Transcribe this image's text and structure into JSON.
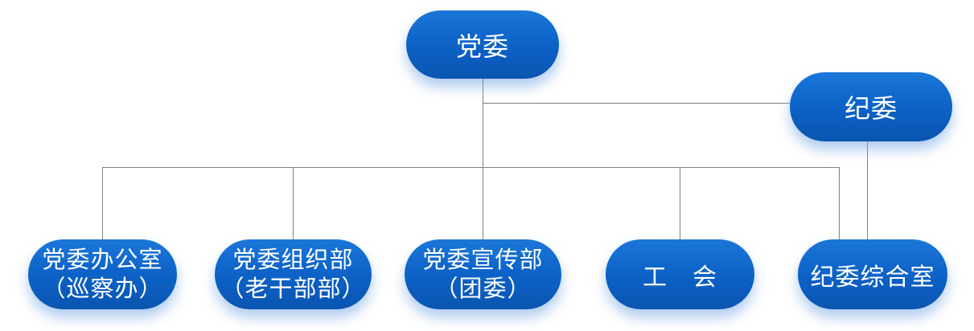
{
  "colors": {
    "node_fill_top": "#1c77d9",
    "node_fill_bottom": "#0a56b0",
    "node_text": "#ffffff",
    "connector_line": "#808080",
    "background": "#ffffff",
    "node_glow_shadow": "rgba(110,160,225,0.55)"
  },
  "org_chart": {
    "nodes": [
      {
        "id": "dangwei",
        "lines": [
          "党委"
        ]
      },
      {
        "id": "jiwei",
        "lines": [
          "纪委"
        ]
      },
      {
        "id": "bangongshi",
        "lines": [
          "党委办公室",
          "（巡察办）"
        ]
      },
      {
        "id": "zuzhibu",
        "lines": [
          "党委组织部",
          "（老干部部）"
        ]
      },
      {
        "id": "xuanchuan",
        "lines": [
          "党委宣传部",
          "（团委）"
        ]
      },
      {
        "id": "gonghui",
        "lines": [
          "工　会"
        ]
      },
      {
        "id": "zongheshi",
        "lines": [
          "纪委综合室"
        ]
      }
    ],
    "edges": [
      {
        "from": "党委",
        "to": "纪委"
      },
      {
        "from": "党委",
        "to": "党委办公室（巡察办）"
      },
      {
        "from": "党委",
        "to": "党委组织部（老干部部）"
      },
      {
        "from": "党委",
        "to": "党委宣传部（团委）"
      },
      {
        "from": "党委",
        "to": "工　会"
      },
      {
        "from": "党委",
        "to": "纪委综合室"
      },
      {
        "from": "纪委",
        "to": "纪委综合室"
      }
    ]
  }
}
